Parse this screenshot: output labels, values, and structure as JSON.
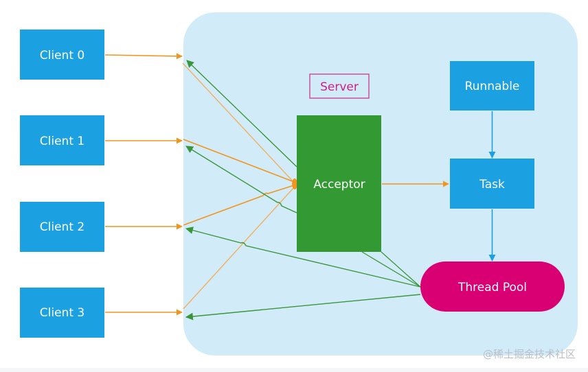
{
  "diagram": {
    "title": "Server",
    "colors": {
      "server_bg": "#d2ebf8",
      "client_box": "#1ba0e2",
      "acceptor": "#339933",
      "thread_pool": "#d80073",
      "server_label_border": "#cc4f9c",
      "server_label_text": "#cc1f86",
      "request_arrow": "#f0961e",
      "response_arrow": "#3a963a",
      "task_arrow": "#1ba0e2"
    },
    "clients": [
      {
        "id": "client-0",
        "label": "Client 0"
      },
      {
        "id": "client-1",
        "label": "Client 1"
      },
      {
        "id": "client-2",
        "label": "Client 2"
      },
      {
        "id": "client-3",
        "label": "Client 3"
      }
    ],
    "nodes": {
      "server_label": "Server",
      "acceptor": "Acceptor",
      "runnable": "Runnable",
      "task": "Task",
      "thread_pool": "Thread Pool"
    },
    "edges": [
      {
        "from": "Client 0",
        "to": "Server",
        "kind": "request"
      },
      {
        "from": "Client 1",
        "to": "Server",
        "kind": "request"
      },
      {
        "from": "Client 2",
        "to": "Server",
        "kind": "request"
      },
      {
        "from": "Client 3",
        "to": "Server",
        "kind": "request"
      },
      {
        "from": "Client 0",
        "to": "Acceptor",
        "kind": "request"
      },
      {
        "from": "Client 1",
        "to": "Acceptor",
        "kind": "request"
      },
      {
        "from": "Client 2",
        "to": "Acceptor",
        "kind": "request"
      },
      {
        "from": "Client 3",
        "to": "Acceptor",
        "kind": "request"
      },
      {
        "from": "Acceptor",
        "to": "Client 0",
        "kind": "response"
      },
      {
        "from": "Acceptor",
        "to": "Client 1",
        "kind": "response"
      },
      {
        "from": "Thread Pool",
        "to": "Client 2",
        "kind": "response"
      },
      {
        "from": "Thread Pool",
        "to": "Client 3",
        "kind": "response"
      },
      {
        "from": "Acceptor",
        "to": "Task",
        "kind": "request"
      },
      {
        "from": "Runnable",
        "to": "Task",
        "kind": "task"
      },
      {
        "from": "Task",
        "to": "Thread Pool",
        "kind": "task"
      }
    ],
    "watermark": "@稀土掘金技术社区"
  }
}
